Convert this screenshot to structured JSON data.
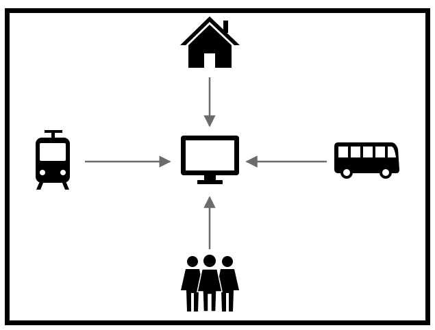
{
  "diagram": {
    "center_node": {
      "name": "monitor",
      "icon": "monitor-icon"
    },
    "nodes": [
      {
        "name": "home",
        "icon": "house-icon",
        "direction": "top"
      },
      {
        "name": "train",
        "icon": "tram-icon",
        "direction": "left"
      },
      {
        "name": "bus",
        "icon": "bus-icon",
        "direction": "right"
      },
      {
        "name": "people",
        "icon": "people-group-icon",
        "direction": "bottom"
      }
    ],
    "edges": [
      {
        "from": "home",
        "to": "monitor"
      },
      {
        "from": "train",
        "to": "monitor"
      },
      {
        "from": "bus",
        "to": "monitor"
      },
      {
        "from": "people",
        "to": "monitor"
      }
    ],
    "colors": {
      "border": "#000000",
      "icon": "#000000",
      "arrow": "#6b6b6b",
      "background": "#ffffff"
    }
  }
}
